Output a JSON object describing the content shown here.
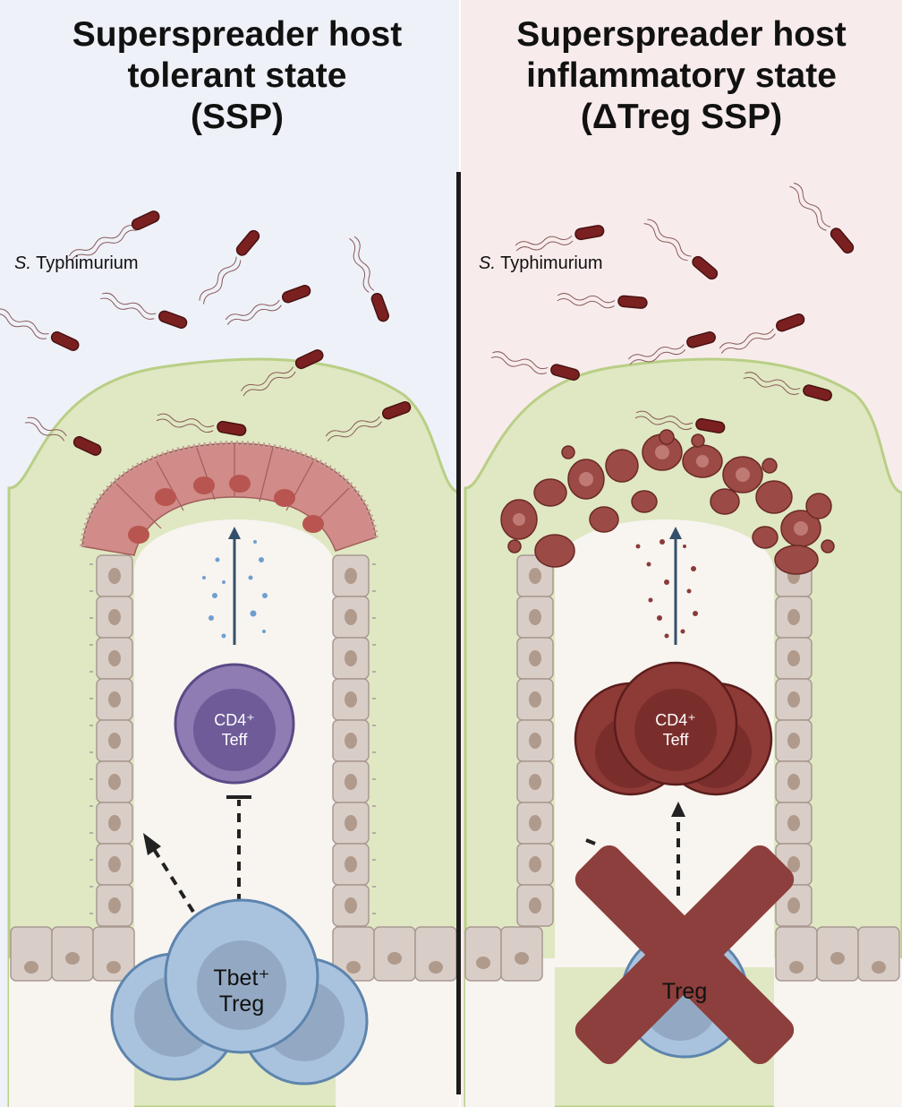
{
  "left_panel": {
    "title": "Superspreader host\ntolerant state\n(SSP)",
    "bacteria_label_species": "S.",
    "bacteria_label_rest": " Typhimurium",
    "teff_label": "CD4⁺\nTeff",
    "treg_label": "Tbet⁺\nTreg"
  },
  "right_panel": {
    "title": "Superspreader host\ninflammatory state\n(ΔTreg SSP)",
    "bacteria_label_species": "S.",
    "bacteria_label_rest": " Typhimurium",
    "teff_label": "CD4⁺\nTeff",
    "treg_label_partial": "Treg"
  },
  "colors": {
    "left_bg": "#eef1f8",
    "right_bg": "#f7eceb",
    "lamina": "#dfe8c2",
    "epithelium": "#d9cdc7",
    "tip_healthy": "#d18b88",
    "tip_damaged": "#9c4a46",
    "bacteria": "#7a2020",
    "treg": "#a9c3df",
    "teff_tolerant": "#8f7cb3",
    "teff_inflamed": "#8e3a37",
    "cross": "#8c3f3c"
  }
}
